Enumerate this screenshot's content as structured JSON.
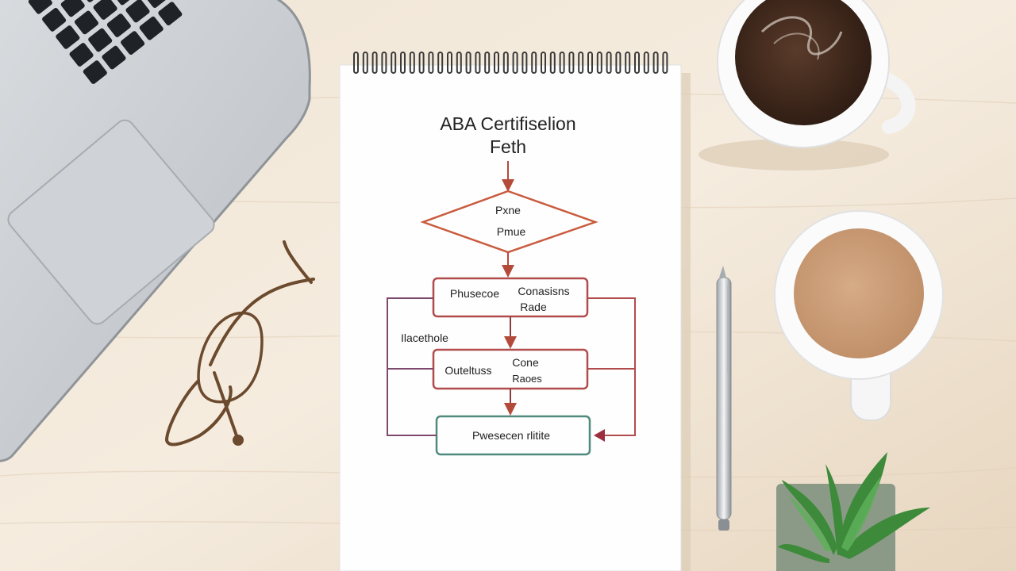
{
  "notebook": {
    "title_line1": "ABA Certifiselion",
    "title_line2": "Feth"
  },
  "flowchart": {
    "decision": {
      "line1": "Pxne",
      "line2": "Pmue"
    },
    "box1": {
      "left": "Phusecoe",
      "right_line1": "Conasisns",
      "right_line2": "Rade"
    },
    "side_label": "Ilacethole",
    "box2": {
      "left": "Outeltuss",
      "right_line1": "Cone",
      "right_line2": "Raoes"
    },
    "box3": {
      "label": "Pwesecen rlitite"
    },
    "colors": {
      "arrow": "#c0523a",
      "decision": "#c95b3e",
      "box": "#b24b4b",
      "side_lines": "#7d4a6e",
      "final_box": "#4e8a7d"
    }
  },
  "objects": {
    "laptop": "laptop",
    "glasses": "eyeglasses",
    "pen": "pen",
    "coffee_black": "coffee-cup",
    "coffee_latte": "latte-cup",
    "plant": "potted-succulent"
  }
}
